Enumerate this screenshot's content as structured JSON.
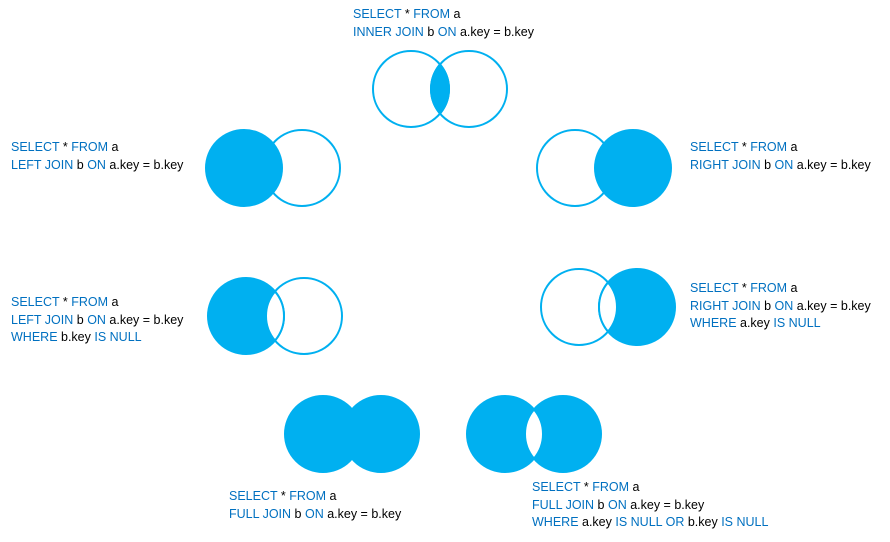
{
  "colors": {
    "fill": "#00b0f0",
    "keyword": "#0070c0",
    "text": "#000000",
    "background": "#ffffff"
  },
  "joins": [
    {
      "id": "inner",
      "shade": "intersection",
      "query": [
        [
          {
            "t": "SELECT",
            "k": true
          },
          {
            "t": " * ",
            "k": false
          },
          {
            "t": "FROM",
            "k": true
          },
          {
            "t": " a",
            "k": false
          }
        ],
        [
          {
            "t": "INNER JOIN",
            "k": true
          },
          {
            "t": " b ",
            "k": false
          },
          {
            "t": "ON",
            "k": true
          },
          {
            "t": " a.key = b.key",
            "k": false
          }
        ]
      ]
    },
    {
      "id": "left",
      "shade": "left",
      "query": [
        [
          {
            "t": "SELECT",
            "k": true
          },
          {
            "t": " * ",
            "k": false
          },
          {
            "t": "FROM",
            "k": true
          },
          {
            "t": " a",
            "k": false
          }
        ],
        [
          {
            "t": "LEFT JOIN",
            "k": true
          },
          {
            "t": " b ",
            "k": false
          },
          {
            "t": "ON",
            "k": true
          },
          {
            "t": " a.key = b.key",
            "k": false
          }
        ]
      ]
    },
    {
      "id": "right",
      "shade": "right",
      "query": [
        [
          {
            "t": "SELECT",
            "k": true
          },
          {
            "t": " * ",
            "k": false
          },
          {
            "t": "FROM",
            "k": true
          },
          {
            "t": " a",
            "k": false
          }
        ],
        [
          {
            "t": "RIGHT JOIN",
            "k": true
          },
          {
            "t": " b ",
            "k": false
          },
          {
            "t": "ON",
            "k": true
          },
          {
            "t": " a.key = b.key",
            "k": false
          }
        ]
      ]
    },
    {
      "id": "left-excl",
      "shade": "left-only",
      "query": [
        [
          {
            "t": "SELECT",
            "k": true
          },
          {
            "t": " * ",
            "k": false
          },
          {
            "t": "FROM",
            "k": true
          },
          {
            "t": " a",
            "k": false
          }
        ],
        [
          {
            "t": "LEFT JOIN",
            "k": true
          },
          {
            "t": " b ",
            "k": false
          },
          {
            "t": "ON",
            "k": true
          },
          {
            "t": " a.key = b.key",
            "k": false
          }
        ],
        [
          {
            "t": "WHERE",
            "k": true
          },
          {
            "t": " b.key ",
            "k": false
          },
          {
            "t": "IS NULL",
            "k": true
          }
        ]
      ]
    },
    {
      "id": "right-excl",
      "shade": "right-only",
      "query": [
        [
          {
            "t": "SELECT",
            "k": true
          },
          {
            "t": " * ",
            "k": false
          },
          {
            "t": "FROM",
            "k": true
          },
          {
            "t": " a",
            "k": false
          }
        ],
        [
          {
            "t": "RIGHT JOIN",
            "k": true
          },
          {
            "t": " b ",
            "k": false
          },
          {
            "t": "ON",
            "k": true
          },
          {
            "t": " a.key = b.key",
            "k": false
          }
        ],
        [
          {
            "t": "WHERE",
            "k": true
          },
          {
            "t": " a.key ",
            "k": false
          },
          {
            "t": "IS NULL",
            "k": true
          }
        ]
      ]
    },
    {
      "id": "full",
      "shade": "full",
      "query": [
        [
          {
            "t": "SELECT",
            "k": true
          },
          {
            "t": " * ",
            "k": false
          },
          {
            "t": "FROM",
            "k": true
          },
          {
            "t": " a",
            "k": false
          }
        ],
        [
          {
            "t": "FULL JOIN",
            "k": true
          },
          {
            "t": " b ",
            "k": false
          },
          {
            "t": "ON",
            "k": true
          },
          {
            "t": " a.key = b.key",
            "k": false
          }
        ]
      ]
    },
    {
      "id": "full-excl",
      "shade": "symmetric-difference",
      "query": [
        [
          {
            "t": "SELECT",
            "k": true
          },
          {
            "t": " * ",
            "k": false
          },
          {
            "t": "FROM",
            "k": true
          },
          {
            "t": " a",
            "k": false
          }
        ],
        [
          {
            "t": "FULL JOIN",
            "k": true
          },
          {
            "t": " b ",
            "k": false
          },
          {
            "t": "ON",
            "k": true
          },
          {
            "t": " a.key = b.key",
            "k": false
          }
        ],
        [
          {
            "t": "WHERE",
            "k": true
          },
          {
            "t": " a.key ",
            "k": false
          },
          {
            "t": "IS NULL",
            "k": true
          },
          {
            "t": " ",
            "k": false
          },
          {
            "t": "OR",
            "k": true
          },
          {
            "t": " b.key ",
            "k": false
          },
          {
            "t": "IS NULL",
            "k": true
          }
        ]
      ]
    }
  ]
}
